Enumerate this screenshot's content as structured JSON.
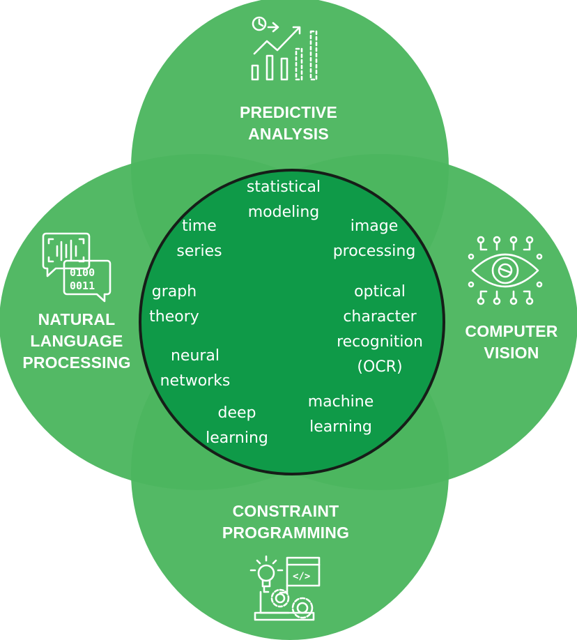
{
  "colors": {
    "petal": "#4cb65f",
    "center": "#0f9a48",
    "center_outline": "#161d18",
    "text": "#ffffff"
  },
  "domains": {
    "predictive": {
      "label": "PREDICTIVE\nANALYSIS",
      "icon": "growth-chart-icon"
    },
    "nlp": {
      "label": "NATURAL\nLANGUAGE\nPROCESSING",
      "icon": "speech-binary-icon",
      "icon_binary": [
        "0100",
        "0011"
      ]
    },
    "vision": {
      "label": "COMPUTER\nVISION",
      "icon": "circuit-eye-icon"
    },
    "constraint": {
      "label": "CONSTRAINT\nPROGRAMMING",
      "icon": "lightbulb-gears-code-icon",
      "icon_code": "</>"
    }
  },
  "techniques": {
    "statistical_modeling": "statistical\nmodeling",
    "time_series": "time\nseries",
    "image_processing": "image\nprocessing",
    "graph_theory": "graph\ntheory",
    "ocr": "optical\ncharacter\nrecognition\n(OCR)",
    "neural_networks": "neural\nnetworks",
    "machine_learning": "machine\nlearning",
    "deep_learning": "deep\nlearning"
  }
}
